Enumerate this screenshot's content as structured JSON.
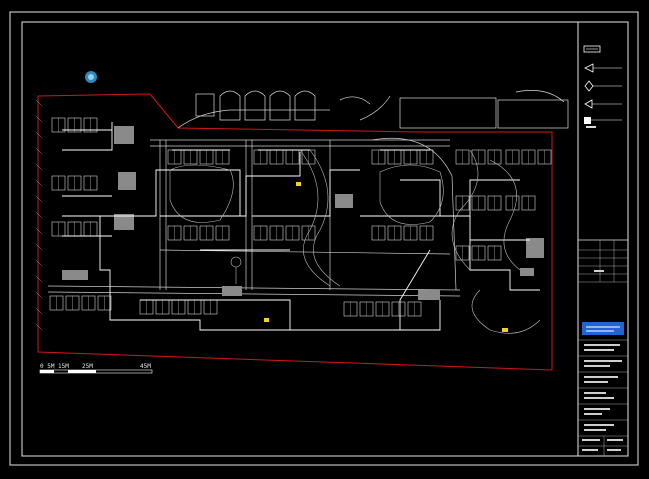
{
  "drawing": {
    "scale_labels": [
      "0 5M",
      "15M",
      "25M",
      "45M"
    ]
  },
  "legend": {
    "symbols": [
      {
        "icon": "rectangle-symbol-icon"
      },
      {
        "icon": "triangle-symbol-icon"
      },
      {
        "icon": "diamond-symbol-icon"
      },
      {
        "icon": "triangle-small-symbol-icon"
      },
      {
        "icon": "square-tag-symbol-icon"
      }
    ]
  },
  "colors": {
    "background": "#000000",
    "linework": "#ffffff",
    "boundary": "#d01818",
    "title_block_accent": "#1e66d8",
    "highlight": "#f2d21a",
    "grey_fill": "#8a8a8a"
  }
}
